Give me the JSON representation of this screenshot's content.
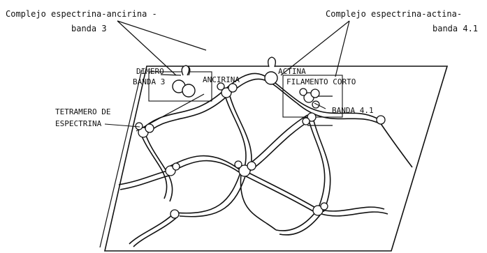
{
  "diagram": {
    "title_left": [
      "Complejo espectrina-ancirina -",
      "banda 3"
    ],
    "title_right": [
      "Complejo espectrina-actina-",
      "banda 4.1"
    ],
    "labels": {
      "dimero": "DIMERO",
      "banda3": "BANDA 3",
      "ancirina": "ANCIRINA",
      "actina": "ACTINA",
      "filamento": "FILAMENTO CORTO",
      "tetramero": "TETRAMERO DE",
      "espectrina": "ESPECTRINA",
      "banda41": "BANDA 4.1"
    },
    "colors": {
      "ink": "#111111",
      "paper": "#ffffff"
    }
  }
}
